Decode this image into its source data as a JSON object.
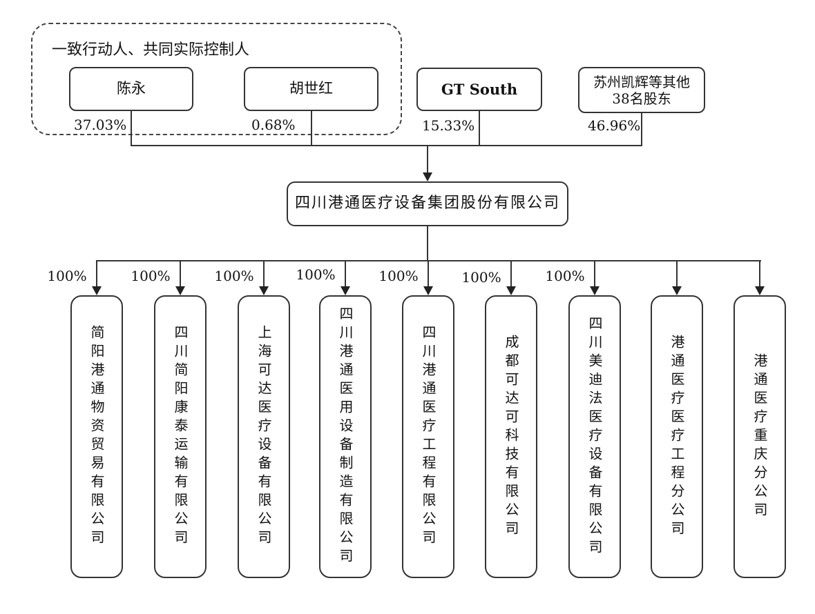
{
  "diagram": {
    "type": "equity-structure-org-chart",
    "line_color": "#333333",
    "background": "#ffffff"
  },
  "group": {
    "label": "一致行动人、共同实际控制人"
  },
  "shareholders": [
    {
      "name": "陈永",
      "pct": "37.03%"
    },
    {
      "name": "胡世红",
      "pct": "0.68%"
    },
    {
      "name": "GT South",
      "pct": "15.33%"
    },
    {
      "name": "苏州凯辉等其他38名股东",
      "line1": "苏州凯辉等其他",
      "line2": "38名股东",
      "pct": "46.96%"
    }
  ],
  "parent": {
    "name": "四川港通医疗设备集团股份有限公司"
  },
  "subsidiaries": [
    {
      "name": "简阳港通物资贸易有限公司",
      "pct": "100%"
    },
    {
      "name": "四川简阳康泰运输有限公司",
      "pct": "100%"
    },
    {
      "name": "上海可达医疗设备有限公司",
      "pct": "100%"
    },
    {
      "name": "四川港通医用设备制造有限公司",
      "pct": "100%"
    },
    {
      "name": "四川港通医疗工程有限公司",
      "pct": "100%"
    },
    {
      "name": "成都可达可科技有限公司",
      "pct": "100%"
    },
    {
      "name": "四川美迪法医疗设备有限公司",
      "pct": "100%"
    },
    {
      "name": "港通医疗医疗工程分公司",
      "pct": ""
    },
    {
      "name": "港通医疗重庆分公司",
      "pct": ""
    }
  ]
}
